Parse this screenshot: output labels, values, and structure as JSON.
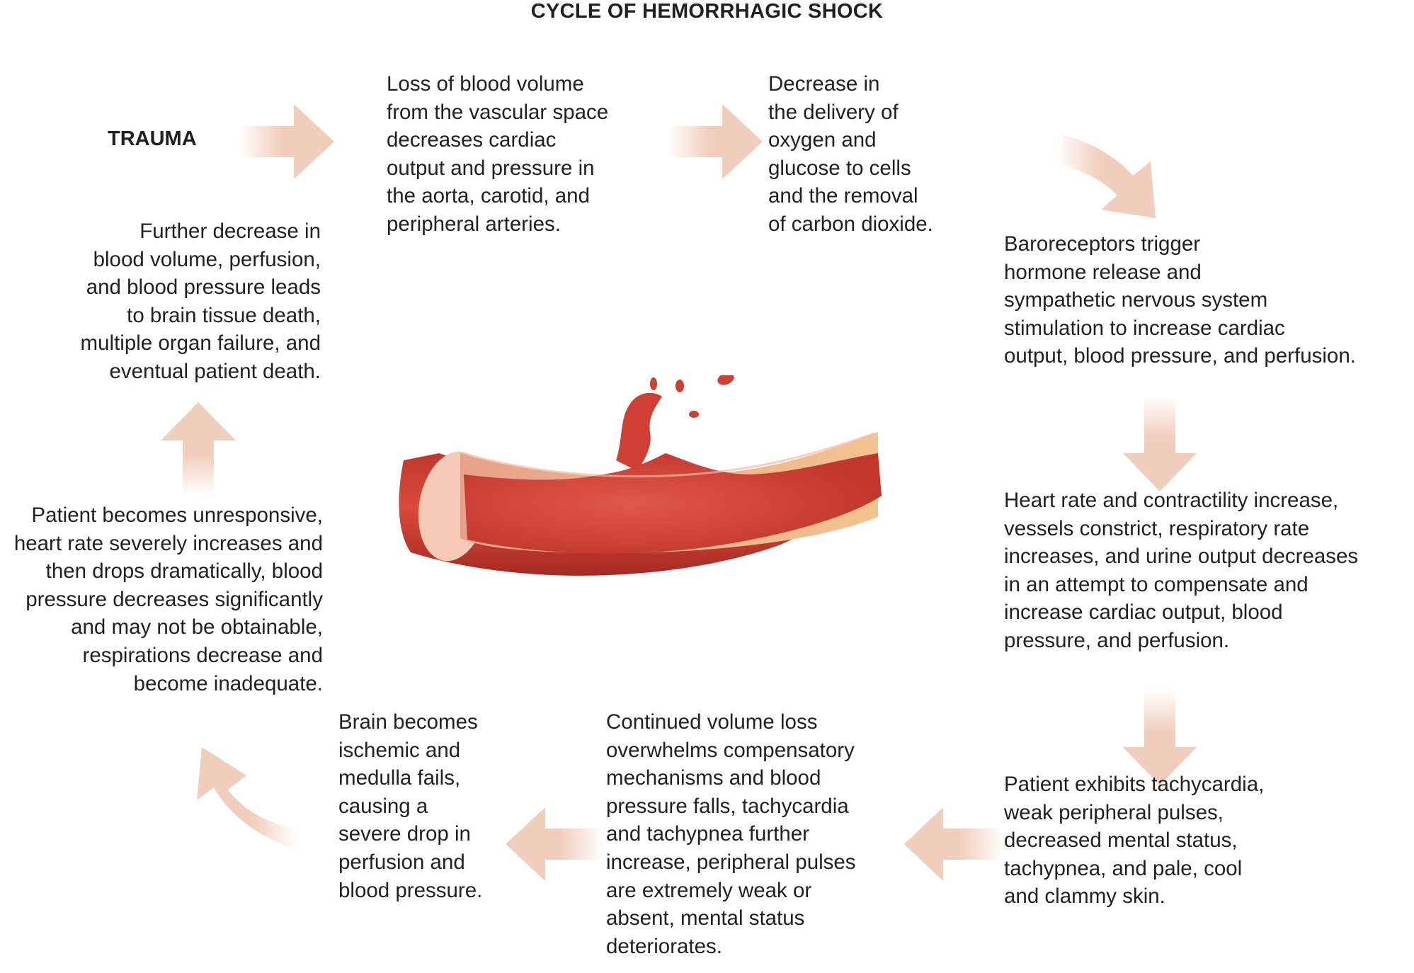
{
  "title": "CYCLE OF HEMORRHAGIC SHOCK",
  "start_label": "TRAUMA",
  "steps": [
    {
      "text": "Loss of blood volume\nfrom the vascular space\ndecreases cardiac\noutput and pressure in\nthe aorta, carotid, and\nperipheral arteries."
    },
    {
      "text": "Decrease in\nthe delivery of\noxygen and\nglucose to cells\nand the removal\nof carbon dioxide."
    },
    {
      "text": "Baroreceptors trigger\nhormone release and\nsympathetic nervous system\nstimulation to increase cardiac\noutput, blood pressure, and perfusion."
    },
    {
      "text": "Heart rate and contractility increase,\nvessels constrict, respiratory rate\nincreases, and urine output decreases\nin an attempt to compensate and\nincrease cardiac output, blood\npressure, and perfusion."
    },
    {
      "text": "Patient exhibits tachycardia,\nweak peripheral pulses,\ndecreased mental status,\ntachypnea, and pale, cool\nand clammy skin."
    },
    {
      "text": "Continued volume loss\noverwhelms compensatory\nmechanisms and blood\npressure falls, tachycardia\nand tachypnea further\nincrease, peripheral pulses\nare extremely weak or\nabsent, mental status\ndeteriorates."
    },
    {
      "text": "Brain becomes\nischemic and\nmedulla fails,\ncausing a\nsevere drop in\nperfusion and\nblood pressure."
    },
    {
      "text": "Patient becomes unresponsive,\nheart rate severely increases and\nthen drops dramatically, blood\npressure decreases significantly\nand may not be obtainable,\nrespirations decrease and\nbecome inadequate."
    },
    {
      "text": "Further decrease in\nblood volume, perfusion,\nand blood pressure leads\nto brain tissue death,\nmultiple organ failure, and\neventual patient death."
    }
  ],
  "colors": {
    "arrow": "#f1cdbb",
    "vessel_outer": "#c8392b",
    "blood": "#d8453a",
    "text": "#231f20"
  },
  "illustration": "bleeding-blood-vessel"
}
